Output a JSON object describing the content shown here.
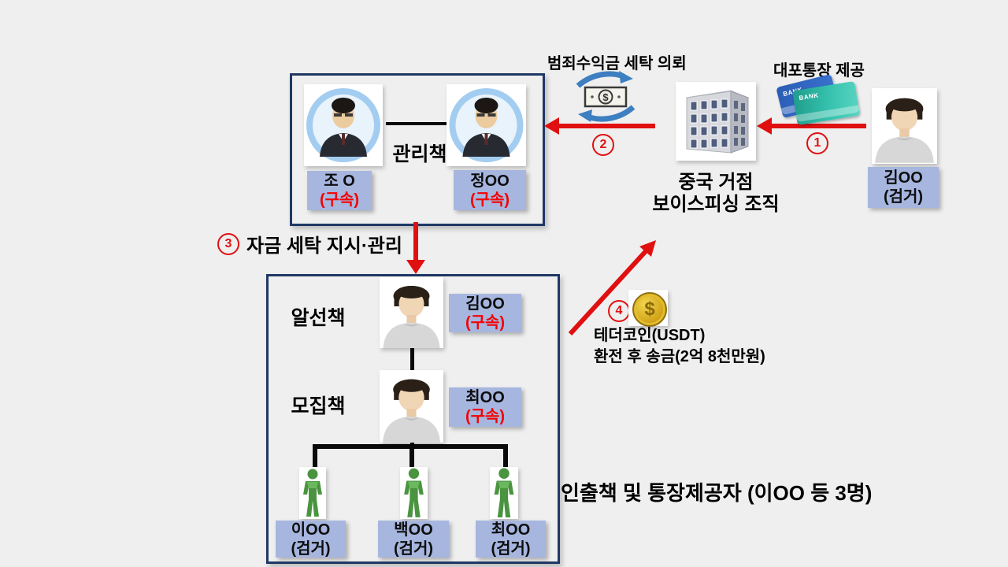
{
  "colors": {
    "background": "#efefef",
    "box_border": "#1f3864",
    "name_label_bg": "#a6b6df",
    "arrow_red": "#e01010",
    "status_red": "#f50000",
    "figure_green": "#4a9440",
    "card_blue": "#2f6bbf",
    "card_teal": "#2aa8a0",
    "coin_gold": "#d3a51a"
  },
  "steps": {
    "one": "1",
    "two": "2",
    "three": "3",
    "four": "4"
  },
  "manager_box": {
    "role": "관리책",
    "members": [
      {
        "name": "조 O",
        "status": "(구속)"
      },
      {
        "name": "정OO",
        "status": "(구속)"
      }
    ]
  },
  "china_org": {
    "line1": "중국 거점",
    "line2": "보이스피싱 조직"
  },
  "flows": {
    "account_provide": "대포통장 제공",
    "laundering_request": "범죄수익금 세탁 의뢰",
    "instruction": "자금 세탁 지시·관리",
    "remit_line1": "테더코인(USDT)",
    "remit_line2": "환전 후 송금(2억 8천만원)"
  },
  "provider": {
    "name": "김OO",
    "status": "(검거)"
  },
  "lower_box": {
    "broker_role": "알선책",
    "broker": {
      "name": "김OO",
      "status": "(구속)"
    },
    "recruiter_role": "모집책",
    "recruiter": {
      "name": "최OO",
      "status": "(구속)"
    },
    "withdrawers": [
      {
        "name": "이OO",
        "status": "(검거)"
      },
      {
        "name": "백OO",
        "status": "(검거)"
      },
      {
        "name": "최OO",
        "status": "(검거)"
      }
    ]
  },
  "caption": "인출책 및 통장제공자 (이OO 등 3명)",
  "card_label": "BANK"
}
